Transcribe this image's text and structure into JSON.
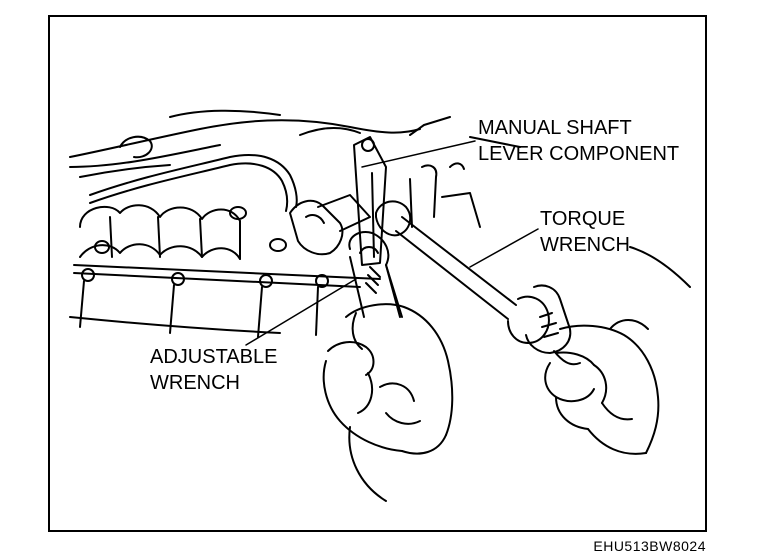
{
  "labels": {
    "manual_shaft_line1": "MANUAL SHAFT",
    "manual_shaft_line2": "LEVER COMPONENT",
    "torque_line1": "TORQUE",
    "torque_line2": "WRENCH",
    "adjustable_line1": "ADJUSTABLE",
    "adjustable_line2": "WRENCH"
  },
  "figure_code": "EHU513BW8024",
  "colors": {
    "ink": "#000000",
    "paper": "#ffffff"
  }
}
